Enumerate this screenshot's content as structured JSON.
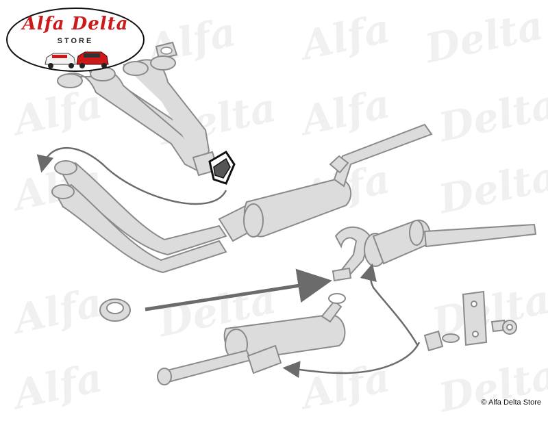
{
  "logo": {
    "title": "Alfa Delta",
    "subtitle": "STORE"
  },
  "watermark": {
    "text_left": "Alfa",
    "text_right": "Delta"
  },
  "footer": {
    "copyright": "© Alfa Delta Store"
  },
  "colors": {
    "part_fill": "#dcdcdc",
    "part_outline": "#8a8a8a",
    "arrow": "#6b6b6b",
    "brand_red": "#cc1a1a",
    "highlight_gasket": "#111111"
  }
}
